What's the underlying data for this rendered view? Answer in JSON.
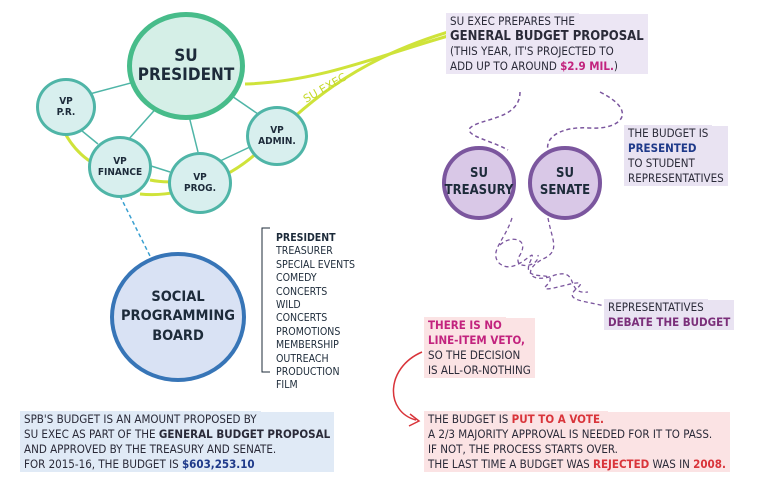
{
  "nodes": {
    "president": [
      "SU",
      "PRESIDENT"
    ],
    "vp_pr": [
      "VP",
      "P.R."
    ],
    "vp_finance": [
      "VP",
      "FINANCE"
    ],
    "vp_prog": [
      "VP",
      "PROG."
    ],
    "vp_admin": [
      "VP",
      "ADMIN."
    ],
    "spb": [
      "SOCIAL",
      "PROGRAMMING",
      "BOARD"
    ],
    "treasury": [
      "SU",
      "TREASURY"
    ],
    "senate": [
      "SU",
      "SENATE"
    ]
  },
  "su_exec_label": "SU EXEC",
  "spb_roles": [
    "PRESIDENT",
    "TREASURER",
    "SPECIAL EVENTS",
    "COMEDY",
    "CONCERTS",
    "WILD",
    "CONCERTS",
    "PROMOTIONS",
    "MEMBERSHIP",
    "OUTREACH",
    "PRODUCTION",
    "FILM"
  ],
  "proposal_text": {
    "l1": "SU EXEC PREPARES THE",
    "l2": "GENERAL BUDGET PROPOSAL",
    "l3": "(THIS YEAR, IT'S PROJECTED TO",
    "l4a": "ADD UP TO AROUND ",
    "l4b": "$2.9 MIL.",
    "l4c": ")"
  },
  "presented_text": {
    "l1": "THE BUDGET IS",
    "l2": "PRESENTED",
    "l3": "TO STUDENT",
    "l4": "REPRESENTATIVES"
  },
  "debate_text": {
    "l1": "REPRESENTATIVES",
    "l2": "DEBATE THE BUDGET"
  },
  "veto_text": {
    "l1": "THERE IS NO",
    "l2": "LINE-ITEM VETO,",
    "l3": "SO THE DECISION",
    "l4": "IS ALL-OR-NOTHING"
  },
  "vote_text": {
    "l1a": "THE BUDGET IS ",
    "l1b": "PUT TO A VOTE.",
    "l2": "A 2/3 MAJORITY APPROVAL IS NEEDED FOR IT TO PASS.",
    "l3": "IF NOT, THE PROCESS STARTS OVER.",
    "l4a": "THE LAST TIME A BUDGET WAS ",
    "l4b": "REJECTED",
    "l4c": " WAS IN ",
    "l4d": "2008."
  },
  "spb_budget_text": {
    "l1": "SPB'S BUDGET IS AN AMOUNT PROPOSED BY",
    "l2a": "SU EXEC AS PART OF THE ",
    "l2b": "GENERAL BUDGET PROPOSAL",
    "l3": "AND APPROVED BY THE TREASURY AND SENATE.",
    "l4a": "FOR 2015-16, THE BUDGET IS ",
    "l4b": "$603,253.10"
  },
  "colors": {
    "teal": "#4fb5a7",
    "green": "#47bc8a",
    "yellow_green": "#cfe33a",
    "blue": "#3775b7",
    "purple": "#7b569e",
    "magenta": "#c2237e",
    "red": "#d9343a",
    "navy": "#1f3a8a"
  }
}
